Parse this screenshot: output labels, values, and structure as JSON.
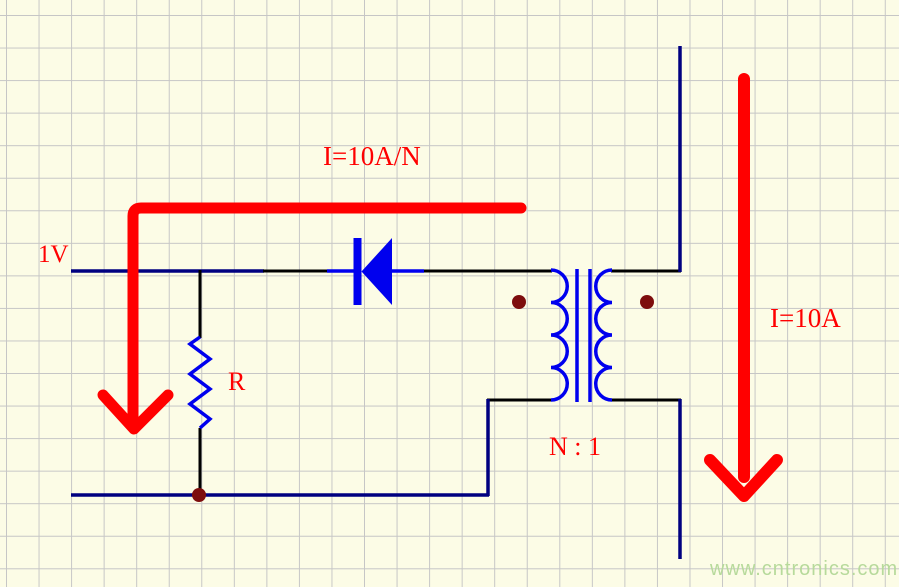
{
  "colors": {
    "background": "#fcfce6",
    "grid": "#c6c6c6",
    "wire-navy": "#000080",
    "wire-black": "#000000",
    "component-blue": "#0000ee",
    "annotation-red": "#ff0000",
    "dot-maroon": "#7d0d0d",
    "watermark-green": "#b7da9b"
  },
  "labels": {
    "source_voltage": "1V",
    "primary_current": "I=10A/N",
    "secondary_current": "I=10A",
    "turns_ratio": "N : 1",
    "resistor": "R",
    "watermark": "www.cntronics.com"
  },
  "symbols": {
    "diode": "diode-pointing-left",
    "transformer": "transformer-two-winding",
    "resistor": "resistor-zigzag",
    "current_arrows": "red-current-direction-arrows"
  }
}
